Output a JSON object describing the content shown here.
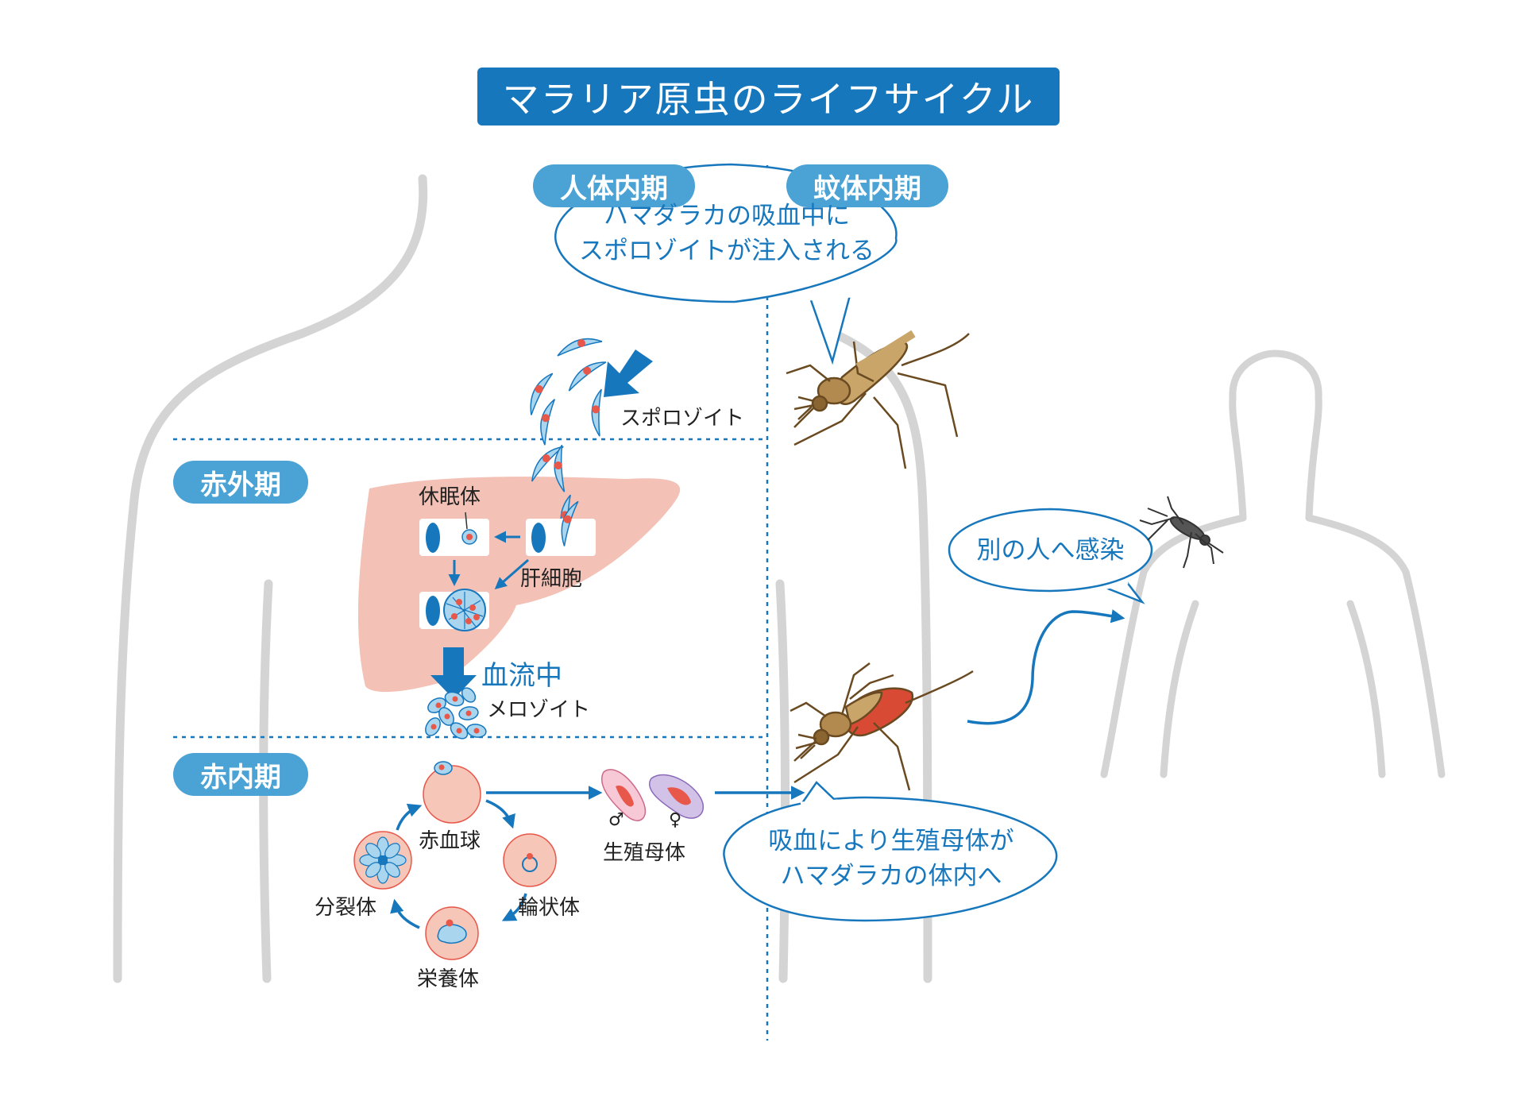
{
  "title": "マラリア原虫のライフサイクル",
  "phases": {
    "human": "人体内期",
    "mosquito": "蚊体内期",
    "exoerythrocytic": "赤外期",
    "erythrocytic": "赤内期"
  },
  "bubbles": {
    "injection": [
      "ハマダラカの吸血中に",
      "スポロゾイトが注入される"
    ],
    "gametocyte_uptake": [
      "吸血により生殖母体が",
      "ハマダラカの体内へ"
    ],
    "transmission": "別の人へ感染"
  },
  "labels": {
    "sporozoite": "スポロゾイト",
    "hypnozoite": "休眠体",
    "hepatocyte": "肝細胞",
    "bloodstream": "血流中",
    "merozoite": "メロゾイト",
    "erythrocyte": "赤血球",
    "ring": "輪状体",
    "trophozoite": "栄養体",
    "schizont": "分裂体",
    "gametocyte": "生殖母体",
    "male_symbol": "♂",
    "female_symbol": "♀"
  },
  "colors": {
    "title_bg": "#1777bd",
    "phase_pill": "#4aa2d5",
    "accent_blue": "#1777bd",
    "liver": "#f3c1b5",
    "body_outline": "#d4d4d4",
    "cell_pink": "#f6c6b8",
    "parasite_blue": "#a9d5ee",
    "nucleus_red": "#e8584a"
  }
}
